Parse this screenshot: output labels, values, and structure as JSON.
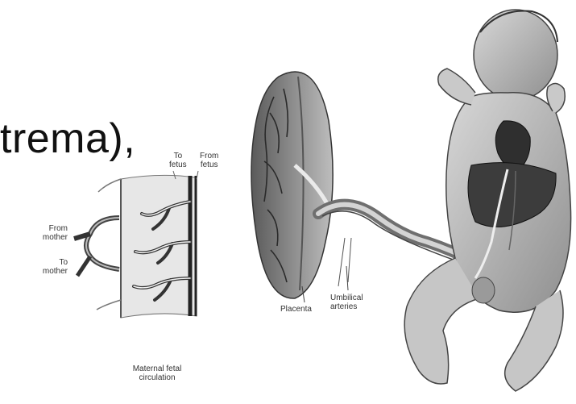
{
  "slide": {
    "fragment_text": "trema),"
  },
  "labels": {
    "to_fetus": [
      "To",
      "fetus"
    ],
    "from_fetus": [
      "From",
      "fetus"
    ],
    "from_mother": [
      "From",
      "mother"
    ],
    "to_mother": [
      "To",
      "mother"
    ],
    "maternal_fetal": [
      "Maternal fetal",
      "circulation"
    ],
    "placenta": "Placenta",
    "umbilical": [
      "Umbilical",
      "arteries"
    ]
  },
  "icons": {
    "circulation_detail": "maternal-fetal-circulation-diagram",
    "placenta": "placenta-illustration",
    "umbilical_cord": "umbilical-cord-illustration",
    "fetus": "fetus-illustration"
  }
}
